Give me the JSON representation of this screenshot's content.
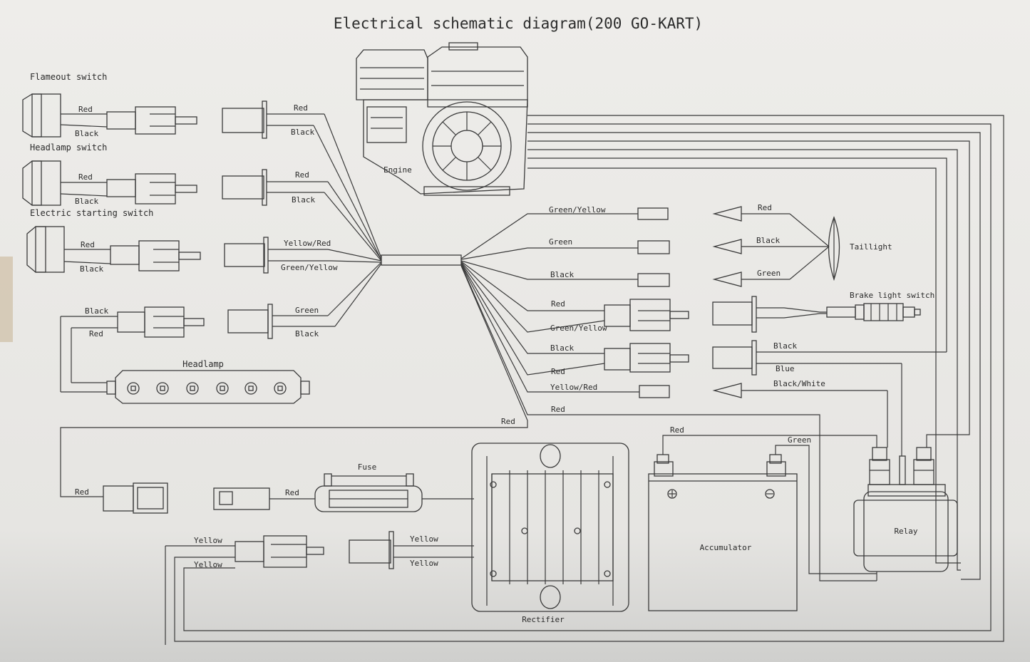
{
  "title": "Electrical schematic diagram(200 GO-KART)",
  "components": {
    "flameout_switch": "Flameout switch",
    "headlamp_switch": "Headlamp switch",
    "electric_starting_switch": "Electric starting switch",
    "engine": "Engine",
    "headlamp": "Headlamp",
    "taillight": "Taillight",
    "brake_light_switch": "Brake light switch",
    "fuse": "Fuse",
    "rectifier": "Rectifier",
    "accumulator": "Accumulator",
    "relay": "Relay"
  },
  "wires": {
    "red": "Red",
    "black": "Black",
    "green": "Green",
    "yellow": "Yellow",
    "blue": "Blue",
    "yellow_red": "Yellow/Red",
    "green_yellow": "Green/Yellow",
    "black_white": "Black/White"
  }
}
